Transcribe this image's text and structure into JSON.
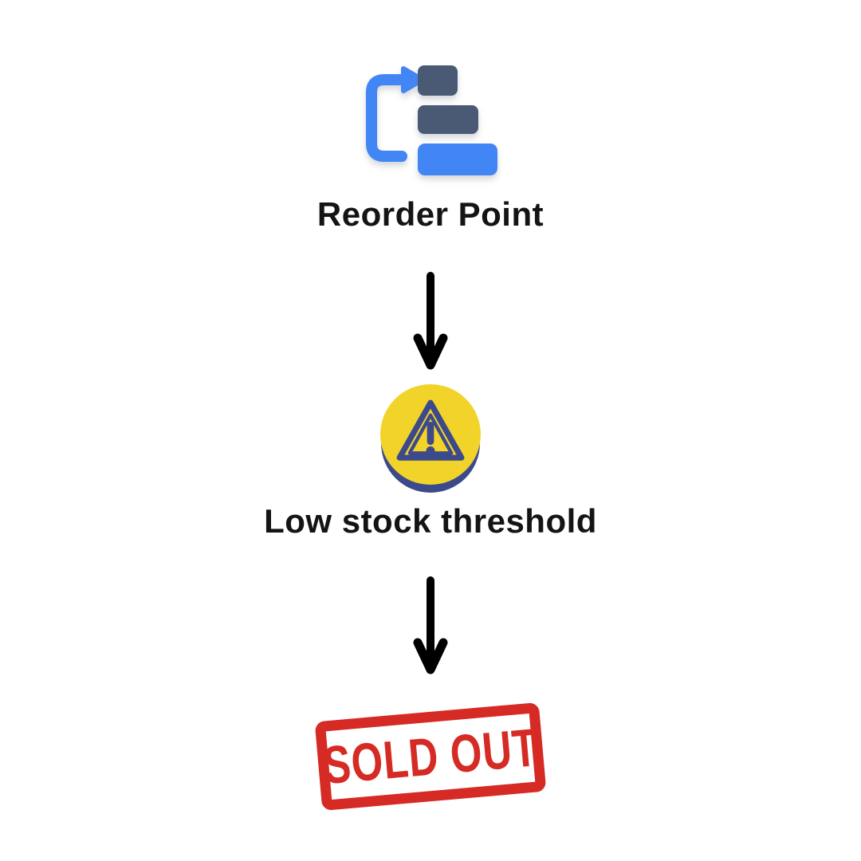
{
  "diagram": {
    "title_context": "inventory-flow",
    "steps": [
      {
        "id": "reorder-point",
        "label": "Reorder Point",
        "icon": "reorder-bars-loop-icon"
      },
      {
        "id": "low-stock",
        "label": "Low stock threshold",
        "icon": "warning-triangle-icon"
      },
      {
        "id": "sold-out",
        "label": "SOLD OUT",
        "icon": "sold-out-stamp"
      }
    ],
    "connectors": [
      {
        "from": "reorder-point",
        "to": "low-stock",
        "type": "down-arrow"
      },
      {
        "from": "low-stock",
        "to": "sold-out",
        "type": "down-arrow"
      }
    ]
  },
  "colors": {
    "blue": "#4285F4",
    "slate": "#4A5A74",
    "yellow": "#F2D329",
    "navy": "#3C4A8B",
    "red": "#D62A24",
    "text": "#141414",
    "background": "#FFFFFF"
  }
}
